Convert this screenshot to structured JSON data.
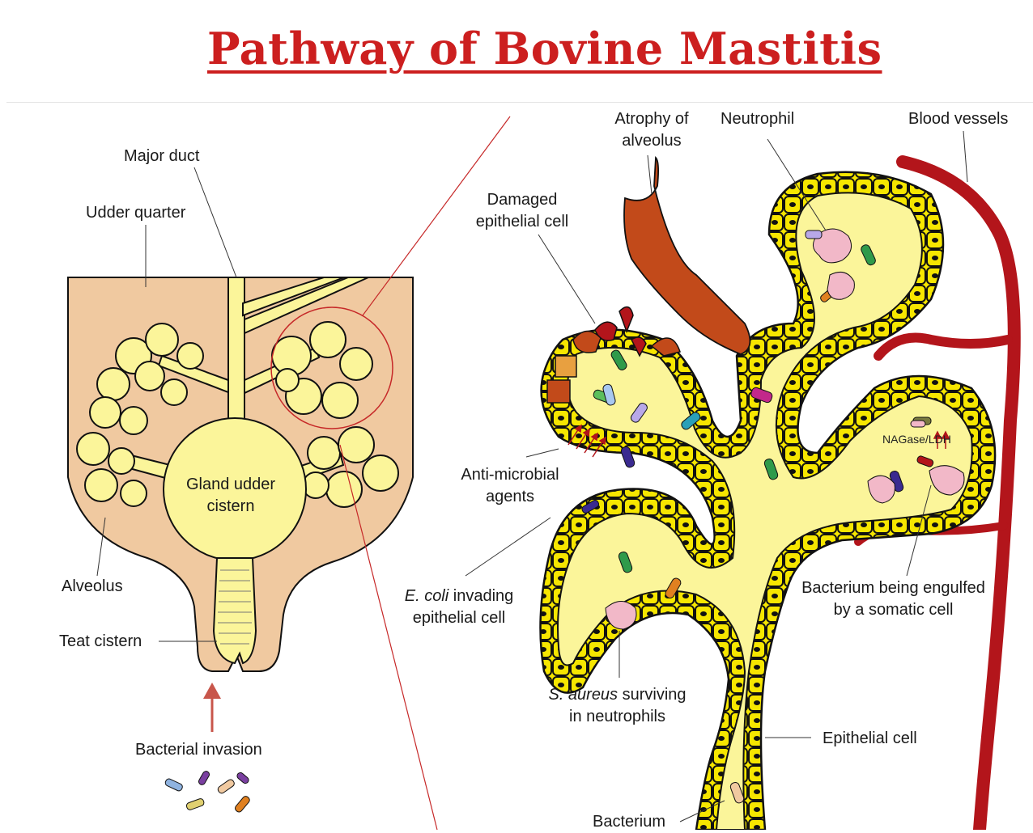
{
  "title": "Pathway of Bovine Mastitis",
  "labels": {
    "major_duct": "Major duct",
    "udder_quarter": "Udder quarter",
    "gland_cistern_1": "Gland udder",
    "gland_cistern_2": "cistern",
    "alveolus": "Alveolus",
    "teat_cistern": "Teat cistern",
    "bacterial_invasion": "Bacterial invasion",
    "atrophy_1": "Atrophy of",
    "atrophy_2": "alveolus",
    "neutrophil": "Neutrophil",
    "blood_vessels": "Blood vessels",
    "damaged_1": "Damaged",
    "damaged_2": "epithelial cell",
    "antimicrobial_1": "Anti-microbial",
    "antimicrobial_2": "agents",
    "ecoli_italic": "E. coli",
    "ecoli_rest": " invading",
    "ecoli_2": "epithelial cell",
    "saureus_italic": "S. aureus",
    "saureus_rest": " surviving",
    "saureus_2": "in neutrophils",
    "engulfed_1": "Bacterium being engulfed",
    "engulfed_2": "by a somatic cell",
    "epithelial_cell": "Epithelial cell",
    "bacterium": "Bacterium",
    "nagase": "NAGase/LDH"
  },
  "colors": {
    "title": "#cc1f1f",
    "udder_tissue": "#f0c9a0",
    "duct_yellow": "#fbf59a",
    "epithelium": "#f6e600",
    "outline": "#111111",
    "blood_vessel": "#b3151b",
    "atrophy": "#c24a1a",
    "neutrophil": "#f2b8c8",
    "zoom_circle": "#c62828",
    "arrow": "#c8564b"
  }
}
